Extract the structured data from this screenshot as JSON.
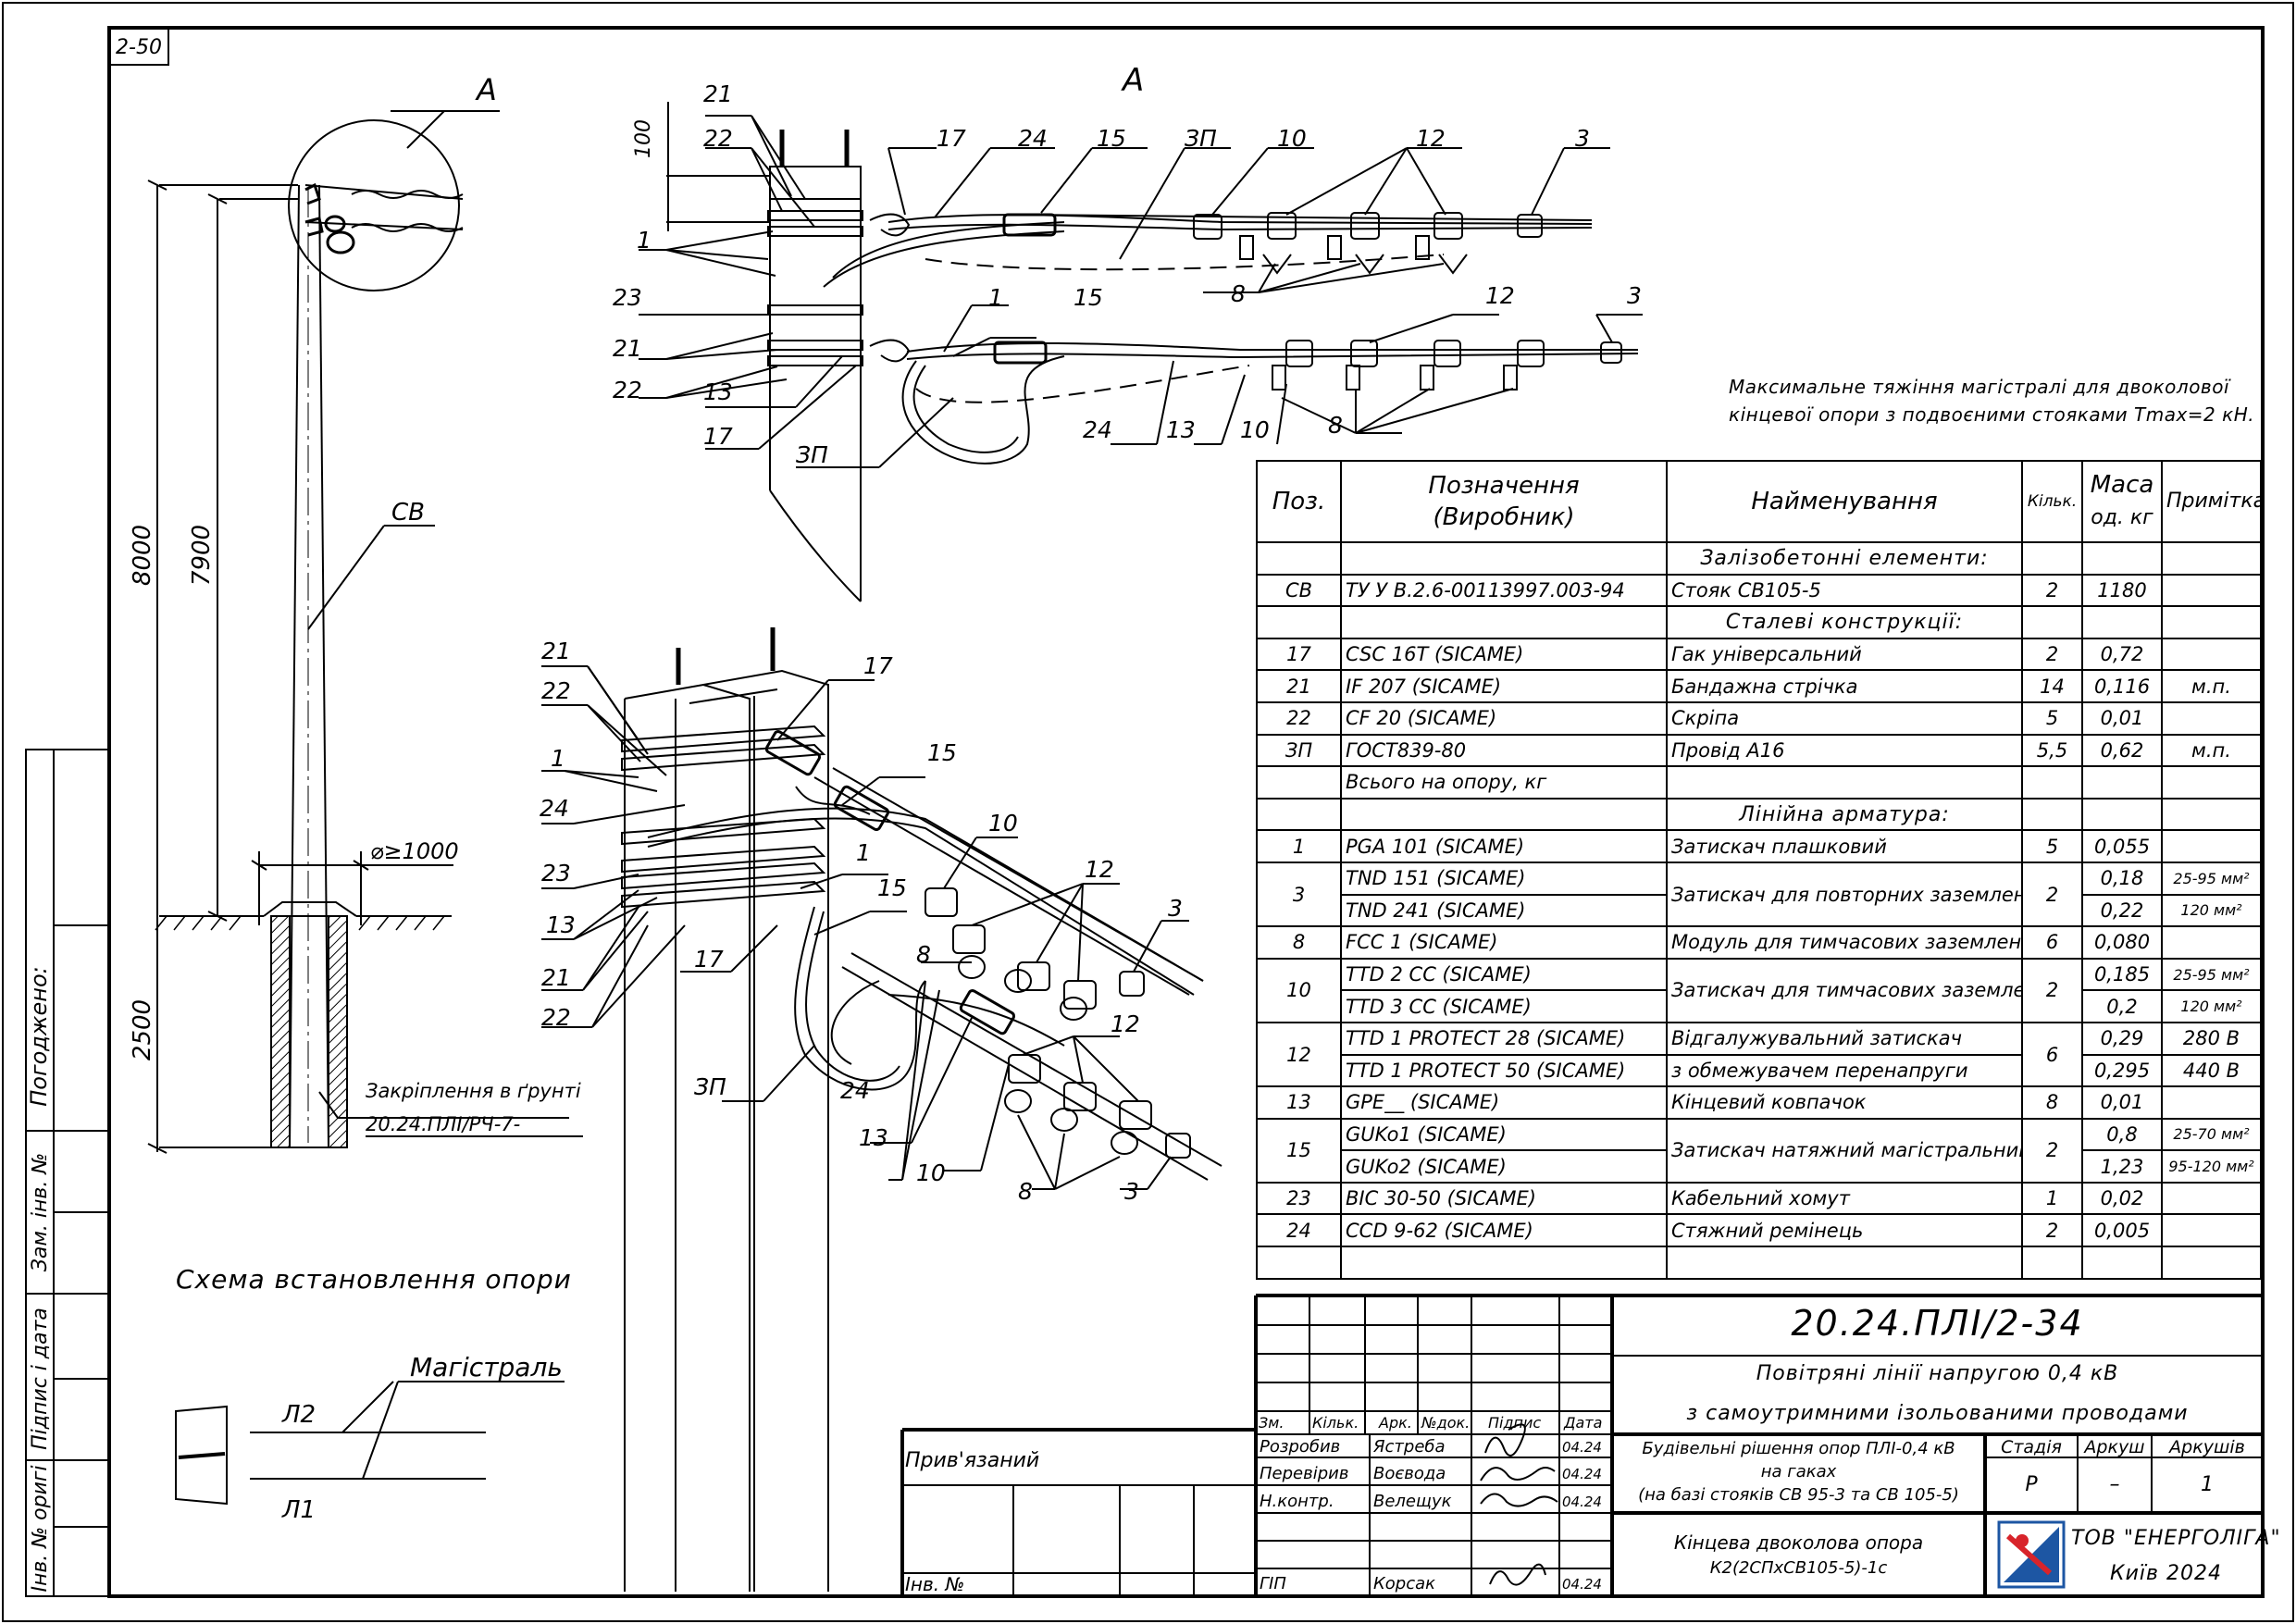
{
  "sheet_code": "2-50",
  "view_label": "A",
  "left_strip": {
    "agreed": "Погоджено:",
    "inv_zam": "Зам. інв. №",
    "sign_date": "Підпис і дата",
    "inv_orig": "Інв. № оригі"
  },
  "dims": {
    "d100": "100",
    "d8000": "8000",
    "d7900": "7900",
    "d2500": "2500",
    "diam": "⌀≥1000"
  },
  "pole_labels": {
    "sv": "СВ",
    "fix_title": "Закріплення в ґрунті",
    "fix_code": "20.24.ПЛІ/РЧ-7-"
  },
  "scheme_title": "Схема встановлення опори",
  "mag": {
    "title": "Магістраль",
    "l2": "Л2",
    "l1": "Л1"
  },
  "callouts": {
    "n1": "1",
    "n3": "3",
    "n8": "8",
    "n10": "10",
    "n12": "12",
    "n13": "13",
    "n15": "15",
    "n17": "17",
    "n21": "21",
    "n22": "22",
    "n23": "23",
    "n24": "24",
    "zp": "ЗП"
  },
  "note": {
    "line1": "Максимальне тяжіння магістралі для двоколової",
    "line2": "кінцевої опори з подвоєними стояками Tmax=2 кН."
  },
  "spec": {
    "headers": {
      "pos": "Поз.",
      "des1": "Позначення",
      "des2": "(Виробник)",
      "name": "Найменування",
      "qty": "Кільк.",
      "mass1": "Маса",
      "mass2": "од. кг",
      "note": "Примітка"
    },
    "sec1": "Залізобетонні елементи:",
    "sec2": "Сталеві конструкції:",
    "sec3": "Лінійна арматура:",
    "r_cv": {
      "pos": "СВ",
      "des": "ТУ У В.2.6-00113997.003-94",
      "name": "Стояк СВ105-5",
      "qty": "2",
      "mass": "1180",
      "note": ""
    },
    "r17": {
      "pos": "17",
      "des": "CSC 16T   (SICAME)",
      "name": "Гак універсальний",
      "qty": "2",
      "mass": "0,72",
      "note": ""
    },
    "r21": {
      "pos": "21",
      "des": "IF 207   (SICAME)",
      "name": "Бандажна стрічка",
      "qty": "14",
      "mass": "0,116",
      "note": "м.п."
    },
    "r22": {
      "pos": "22",
      "des": "CF 20   (SICAME)",
      "name": "Скріпа",
      "qty": "5",
      "mass": "0,01",
      "note": ""
    },
    "rzp": {
      "pos": "ЗП",
      "des": "ГОСТ839-80",
      "name": "Провід А16",
      "qty": "5,5",
      "mass": "0,62",
      "note": "м.п."
    },
    "total": "Всього на опору, кг",
    "r1": {
      "pos": "1",
      "des": "PGA 101   (SICAME)",
      "name": "Затискач плашковий",
      "qty": "5",
      "mass": "0,055",
      "note": ""
    },
    "r3": {
      "pos": "3",
      "des_a": "TND 151   (SICAME)",
      "des_b": "TND 241   (SICAME)",
      "name": "Затискач для повторних заземлень",
      "qty": "2",
      "mass_a": "0,18",
      "mass_b": "0,22",
      "note_a": "25-95 мм²",
      "note_b": "120 мм²"
    },
    "r8": {
      "pos": "8",
      "des": "FCC 1   (SICAME)",
      "name": "Модуль для тимчасових заземлень",
      "qty": "6",
      "mass": "0,080",
      "note": ""
    },
    "r10": {
      "pos": "10",
      "des_a": "TTD 2 CC   (SICAME)",
      "des_b": "TTD 3 CC   (SICAME)",
      "name": "Затискач для тимчасових заземлень",
      "qty": "2",
      "mass_a": "0,185",
      "mass_b": "0,2",
      "note_a": "25-95 мм²",
      "note_b": "120 мм²"
    },
    "r12": {
      "pos": "12",
      "des_a": "TTD 1 PROTECT 28   (SICAME)",
      "des_b": "TTD 1 PROTECT 50   (SICAME)",
      "name_a": "Відгалужувальний затискач",
      "name_b": "з обмежувачем перенапруги",
      "qty": "6",
      "mass_a": "0,29",
      "mass_b": "0,295",
      "note_a": "280 В",
      "note_b": "440 В"
    },
    "r13": {
      "pos": "13",
      "des": "GPE__   (SICAME)",
      "name": "Кінцевий ковпачок",
      "qty": "8",
      "mass": "0,01",
      "note": ""
    },
    "r15": {
      "pos": "15",
      "des_a": "GUKo1   (SICAME)",
      "des_b": "GUKo2   (SICAME)",
      "name": "Затискач натяжний магістральний",
      "qty": "2",
      "mass_a": "0,8",
      "mass_b": "1,23",
      "note_a": "25-70 мм²",
      "note_b": "95-120 мм²"
    },
    "r23": {
      "pos": "23",
      "des": "BIC 30-50   (SICAME)",
      "name": "Кабельний хомут",
      "qty": "1",
      "mass": "0,02",
      "note": ""
    },
    "r24": {
      "pos": "24",
      "des": "CCD 9-62   (SICAME)",
      "name": "Стяжний ремінець",
      "qty": "2",
      "mass": "0,005",
      "note": ""
    }
  },
  "title_block": {
    "doc_code": "20.24.ПЛІ/2-34",
    "title1": "Повітряні лінії напругою 0,4 кВ",
    "title2": "з самоутримними ізольованими проводами",
    "cols": {
      "zm": "Зм.",
      "kilk": "Кільк.",
      "ark": "Арк.",
      "ndok": "№док.",
      "pidpys": "Підпис",
      "data": "Дата"
    },
    "rozrobyv": "Розробив",
    "rozrobyv_name": "Ястреба",
    "rozrobyv_date": "04.24",
    "pereviryv": "Перевірив",
    "pereviryv_name": "Воєвода",
    "pereviryv_date": "04.24",
    "nkontr": "Н.контр.",
    "nkontr_name": "Велещук",
    "nkontr_date": "04.24",
    "gip": "ГІП",
    "gip_name": "Корсак",
    "gip_date": "04.24",
    "privyaz": "Прив'язаний",
    "inv": "Інв. №",
    "sub1": "Будівельні рішення опор ПЛІ-0,4 кВ",
    "sub2": "на гаках",
    "sub3": "(на базі стояків СВ 95-3 та СВ 105-5)",
    "stadia": "Стадія",
    "arkush": "Аркуш",
    "arkushiv": "Аркушів",
    "stadia_v": "Р",
    "arkush_v": "–",
    "arkushiv_v": "1",
    "sheet_title1": "Кінцева двоколова опора",
    "sheet_title2": "К2(2СПхСВ105-5)-1с",
    "company1": "ТОВ \"ЕНЕРГОЛІГА\"",
    "company2": "Київ 2024"
  }
}
